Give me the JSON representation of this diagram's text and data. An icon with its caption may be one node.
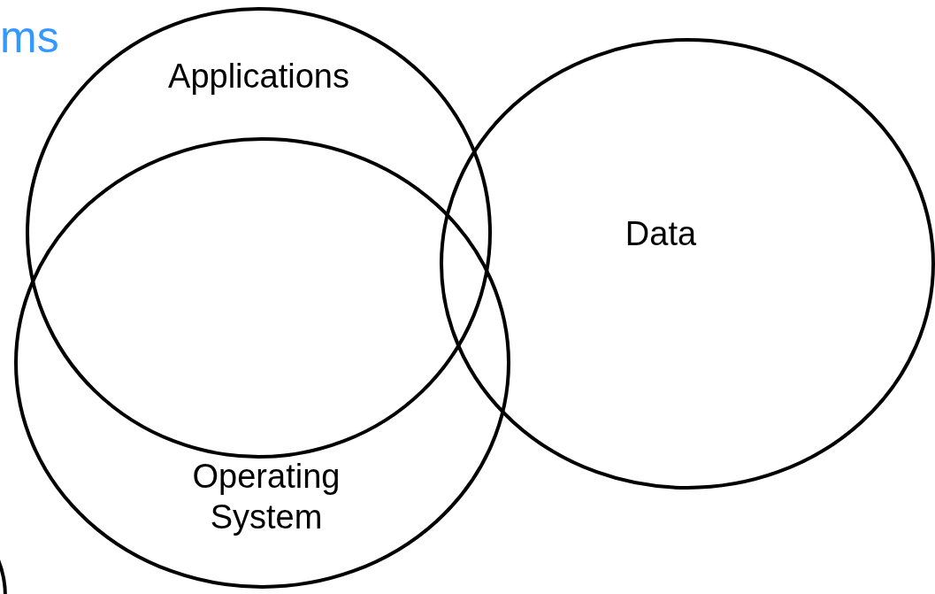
{
  "diagram": {
    "nodes": [
      {
        "text": [
          "Applications"
        ]
      },
      {
        "text": [
          "Operating System"
        ]
      },
      {
        "text": [
          "Data"
        ]
      },
      {
        "text": [],
        "shape": "circle"
      }
    ],
    "labels": [
      "ms"
    ]
  }
}
